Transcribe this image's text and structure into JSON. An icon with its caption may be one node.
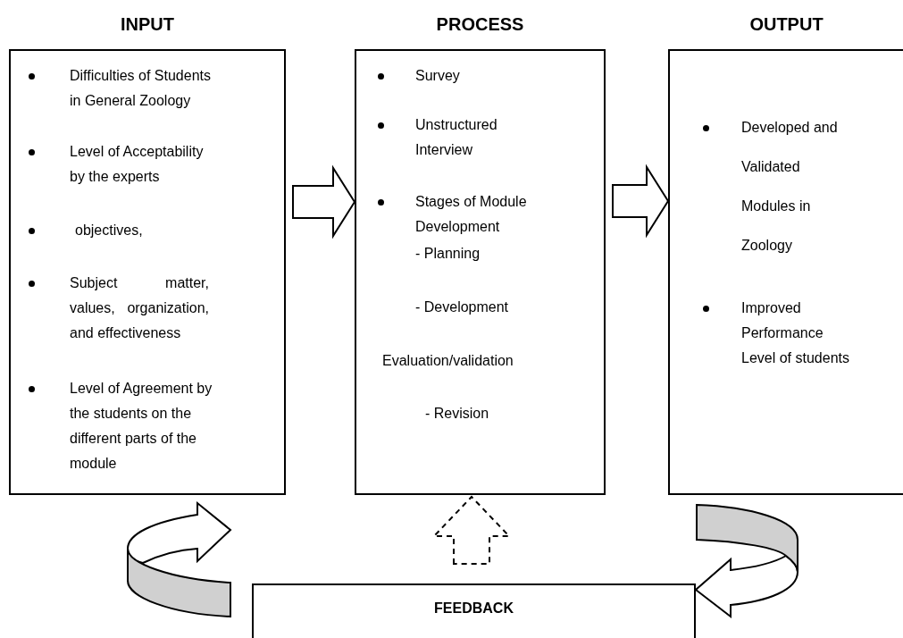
{
  "diagram": {
    "nodes": [
      {
        "text": [
          "INPUT",
          "Difficulties of Students in General Zoology",
          "Level of Acceptability by the experts",
          "objectives,",
          "Subject matter, values, organization, and effectiveness",
          "Level of Agreement by the students on the different parts of the module"
        ]
      },
      {
        "text": [
          "PROCESS",
          "Survey",
          "Unstructured Interview",
          "Stages of Module Development",
          "- Planning",
          "- Development",
          "Evaluation/validation",
          "- Revision"
        ]
      },
      {
        "text": [
          "OUTPUT",
          "Developed and Validated Modules in Zoology",
          "Improved Performance Level of students"
        ]
      },
      {
        "text": [
          "FEEDBACK"
        ]
      }
    ],
    "edges": [
      {
        "from": 0,
        "to": 1,
        "arrow": "to"
      },
      {
        "from": 1,
        "to": 2,
        "arrow": "to"
      },
      {
        "from": 3,
        "to": 1,
        "arrow": "to",
        "style": "dashed"
      },
      {
        "from": 2,
        "to": 3,
        "arrow": "to"
      },
      {
        "from": 0,
        "to": 3,
        "arrow": "to"
      }
    ]
  }
}
